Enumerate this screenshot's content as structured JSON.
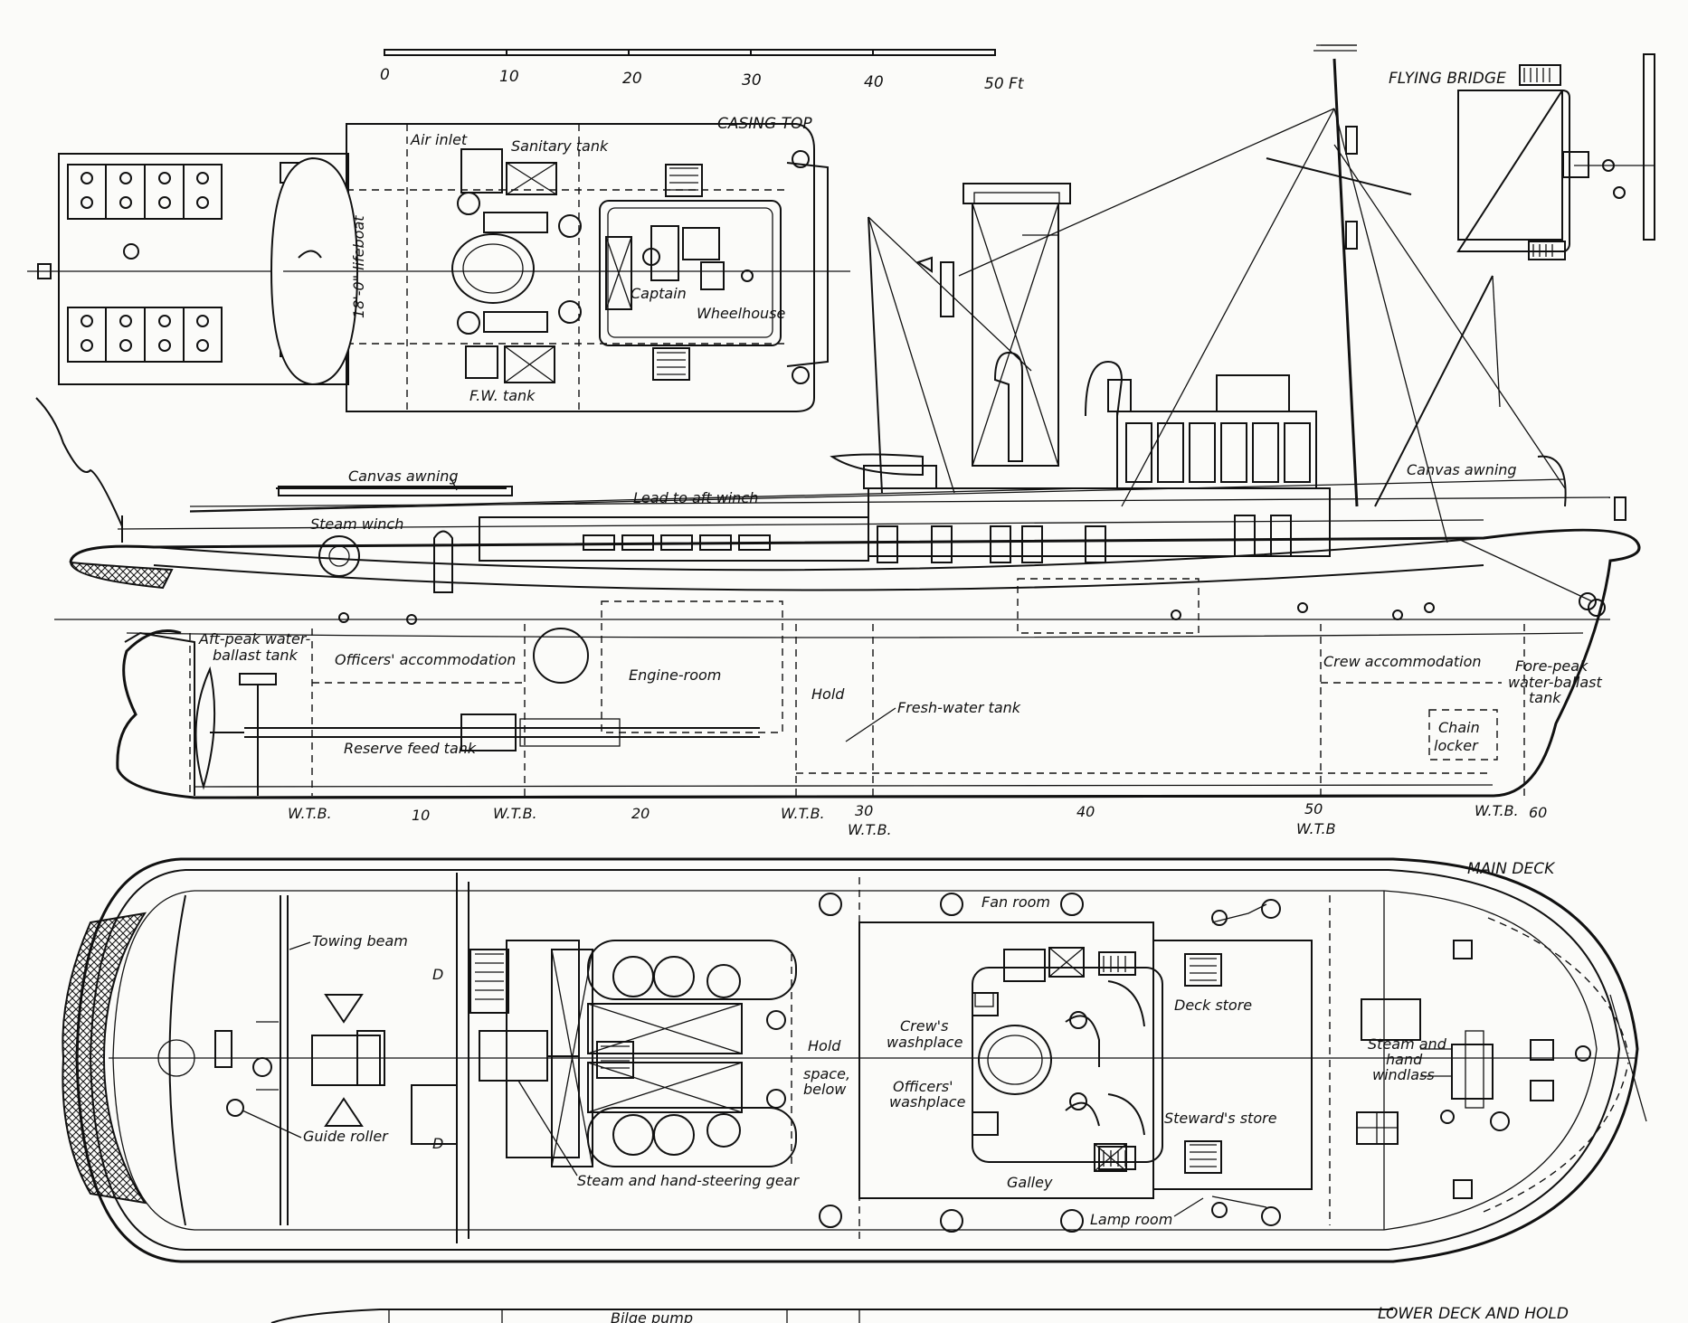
{
  "scale_bar": {
    "ticks": [
      "0",
      "10",
      "20",
      "30",
      "40",
      "50 Ft"
    ]
  },
  "section_titles": {
    "casing_top": "CASING TOP",
    "flying_bridge": "FLYING BRIDGE",
    "main_deck": "MAIN DECK",
    "lower_deck": "LOWER DECK AND HOLD"
  },
  "casing_top_labels": {
    "air_inlet": "Air inlet",
    "sanitary_tank": "Sanitary tank",
    "lifeboat": "18'-0\" lifeboat",
    "captain": "Captain",
    "wheelhouse": "Wheelhouse",
    "fw_tank": "F.W. tank"
  },
  "profile_labels": {
    "canvas_awning_aft": "Canvas awning",
    "canvas_awning_fwd": "Canvas awning",
    "lead_to_aft_winch": "Lead to aft winch",
    "steam_winch": "Steam winch",
    "aft_peak_1": "Aft-peak water-",
    "aft_peak_2": "ballast tank",
    "officers_accommodation": "Officers' accommodation",
    "engine_room": "Engine-room",
    "hold": "Hold",
    "fresh_water_tank": "Fresh-water tank",
    "reserve_feed_tank": "Reserve feed tank",
    "crew_accommodation": "Crew accommodation",
    "fore_peak_1": "Fore-peak",
    "fore_peak_2": "water-ballast",
    "fore_peak_3": "tank",
    "chain_locker_1": "Chain",
    "chain_locker_2": "locker"
  },
  "frame_labels": {
    "wtb_1": "W.T.B.",
    "n10": "10",
    "wtb_2": "W.T.B.",
    "n20": "20",
    "wtb_3": "W.T.B.",
    "n30": "30",
    "wtb_4": "W.T.B.",
    "n40": "40",
    "n50": "50",
    "wtb_5": "W.T.B",
    "wtb_6": "W.T.B.",
    "n60": "60"
  },
  "main_deck_labels": {
    "towing_beam": "Towing beam",
    "guide_roller": "Guide roller",
    "steering_gear": "Steam and hand-steering gear",
    "hold_1": "Hold",
    "hold_2": "space,",
    "hold_3": "below",
    "fan_room": "Fan room",
    "crews_washplace_1": "Crew's",
    "crews_washplace_2": "washplace",
    "officers_washplace_1": "Officers'",
    "officers_washplace_2": "washplace",
    "galley": "Galley",
    "lamp_room": "Lamp room",
    "deck_store": "Deck store",
    "stewards_store": "Steward's store",
    "windlass_1": "Steam and",
    "windlass_2": "hand",
    "windlass_3": "windlass",
    "d_mark_1": "D",
    "d_mark_2": "D"
  },
  "lower_deck_labels": {
    "bilge_pump": "Bilge pump"
  }
}
